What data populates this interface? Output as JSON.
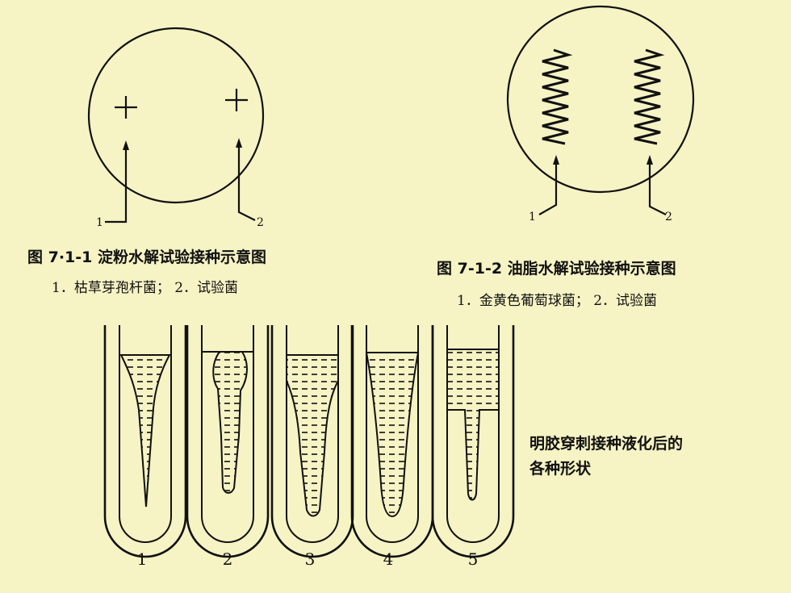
{
  "fig1": {
    "caption": "图 7·1-1  淀粉水解试验接种示意图",
    "legend": "1．枯草芽孢杆菌；  2．试验菌",
    "callouts": [
      "1",
      "2"
    ]
  },
  "fig2": {
    "caption": "图 7-1-2  油脂水解试验接种示意图",
    "legend": "1．金黄色葡萄球菌；  2．试验菌",
    "callouts": [
      "1",
      "2"
    ]
  },
  "fig3": {
    "label_lines": [
      "明胶穿刺接种液化后的",
      "各种形状"
    ],
    "tube_numbers": [
      "1",
      "2",
      "3",
      "4",
      "5"
    ]
  }
}
